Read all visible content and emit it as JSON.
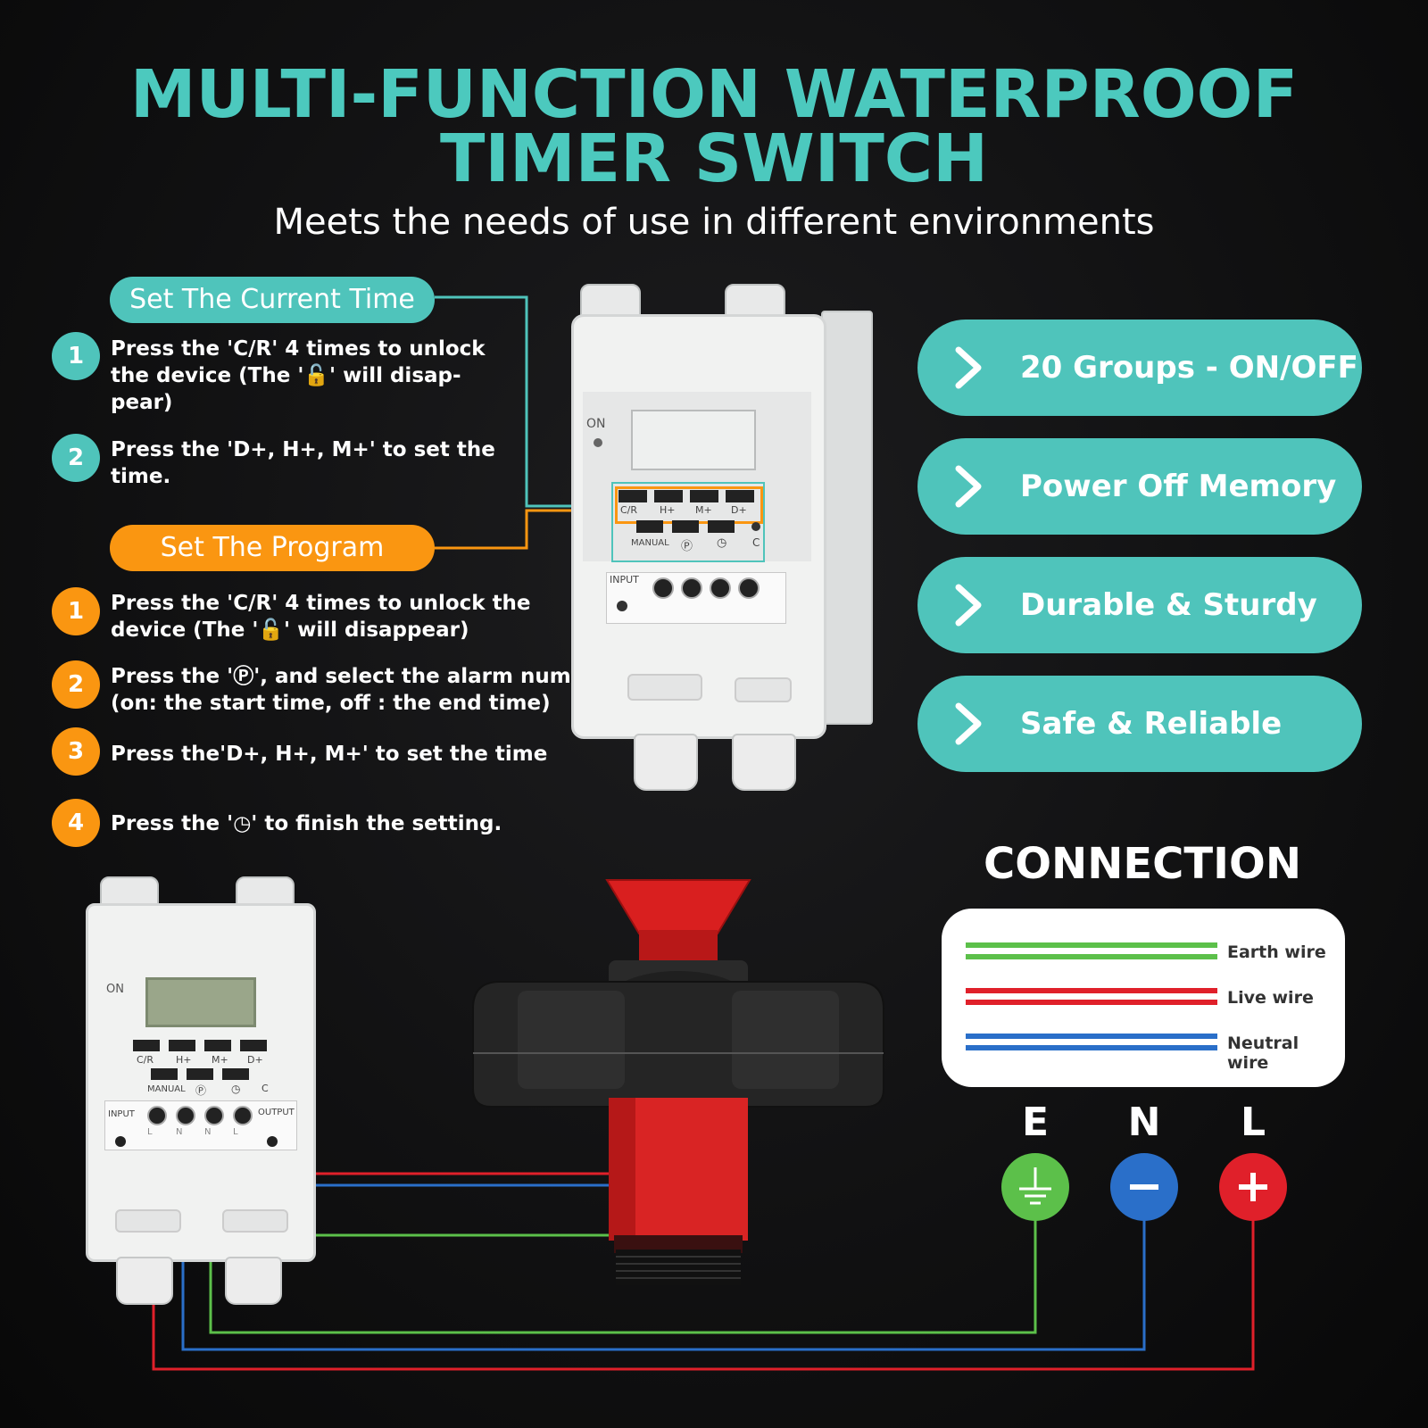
{
  "header": {
    "title_line1": "MULTI-FUNCTION WATERPROOF",
    "title_line2": "TIMER SWITCH",
    "subtitle": "Meets the needs of use in different environments"
  },
  "current_time": {
    "label": "Set The Current Time",
    "steps": [
      {
        "num": "1",
        "lines": [
          "Press the 'C/R' 4 times to unlock",
          "the device (The '🔓' will disap-",
          "pear)"
        ]
      },
      {
        "num": "2",
        "lines": [
          "Press the 'D+, H+, M+' to set the",
          "time."
        ]
      }
    ]
  },
  "program": {
    "label": "Set The Program",
    "steps": [
      {
        "num": "1",
        "lines": [
          "Press the 'C/R' 4 times to unlock the",
          "device (The '🔓' will disappear)"
        ]
      },
      {
        "num": "2",
        "lines": [
          "Press the 'Ⓟ', and select the alarm number",
          "(on: the start time, off : the end time)"
        ]
      },
      {
        "num": "3",
        "lines": [
          "Press the'D+, H+, M+' to set the time"
        ]
      },
      {
        "num": "4",
        "lines": [
          "Press the '◷' to finish the setting."
        ]
      }
    ]
  },
  "features": [
    {
      "label": "20 Groups - ON/OFF"
    },
    {
      "label": "Power Off Memory"
    },
    {
      "label": "Durable & Sturdy"
    },
    {
      "label": "Safe & Reliable"
    }
  ],
  "connection": {
    "title": "CONNECTION",
    "wires": [
      {
        "label": "Earth wire",
        "color": "#5cc04a"
      },
      {
        "label": "Live wire",
        "color": "#e0202a"
      },
      {
        "label": "Neutral wire",
        "color": "#2a6fc9"
      }
    ],
    "terminals": [
      {
        "letter": "E",
        "color": "#5cc04a",
        "icon": "ground-icon"
      },
      {
        "letter": "N",
        "color": "#2a6fc9",
        "icon": "minus-icon"
      },
      {
        "letter": "L",
        "color": "#e0202a",
        "icon": "plus-icon"
      }
    ]
  },
  "device_labels": {
    "on": "ON",
    "buttons": [
      "C/R",
      "H+",
      "M+",
      "D+"
    ],
    "manual": "MANUAL",
    "c": "C",
    "input": "INPUT",
    "output": "OUTPUT",
    "terminals": [
      "L",
      "N",
      "N",
      "L"
    ],
    "program_icon": "Ⓟ",
    "clock_icon": "◷"
  },
  "colors": {
    "teal": "#4fc4bb",
    "orange": "#fa9611",
    "title": "#4cc9be"
  }
}
